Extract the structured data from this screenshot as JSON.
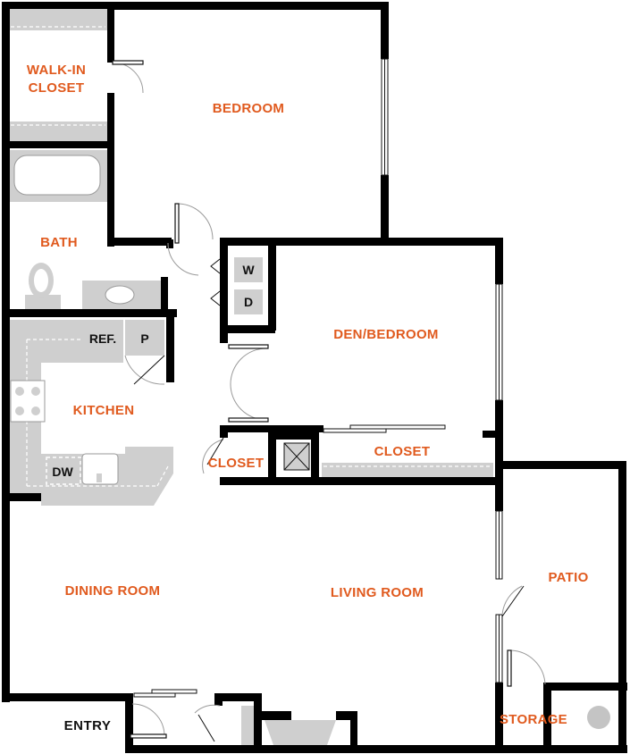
{
  "rooms": {
    "walk_in_closet_line1": "WALK-IN",
    "walk_in_closet_line2": "CLOSET",
    "bedroom": "BEDROOM",
    "bath": "BATH",
    "den_bedroom": "DEN/BEDROOM",
    "kitchen": "KITCHEN",
    "hall_closet": "CLOSET",
    "den_closet": "CLOSET",
    "patio": "PATIO",
    "dining_room": "DINING ROOM",
    "living_room": "LIVING ROOM",
    "storage": "STORAGE",
    "entry": "ENTRY"
  },
  "fixtures": {
    "washer": "W",
    "dryer": "D",
    "refrigerator": "REF.",
    "pantry": "P",
    "dishwasher": "DW"
  },
  "colors": {
    "label": "#e05a1e",
    "wall": "#000000",
    "counter": "#cfcfcf"
  }
}
